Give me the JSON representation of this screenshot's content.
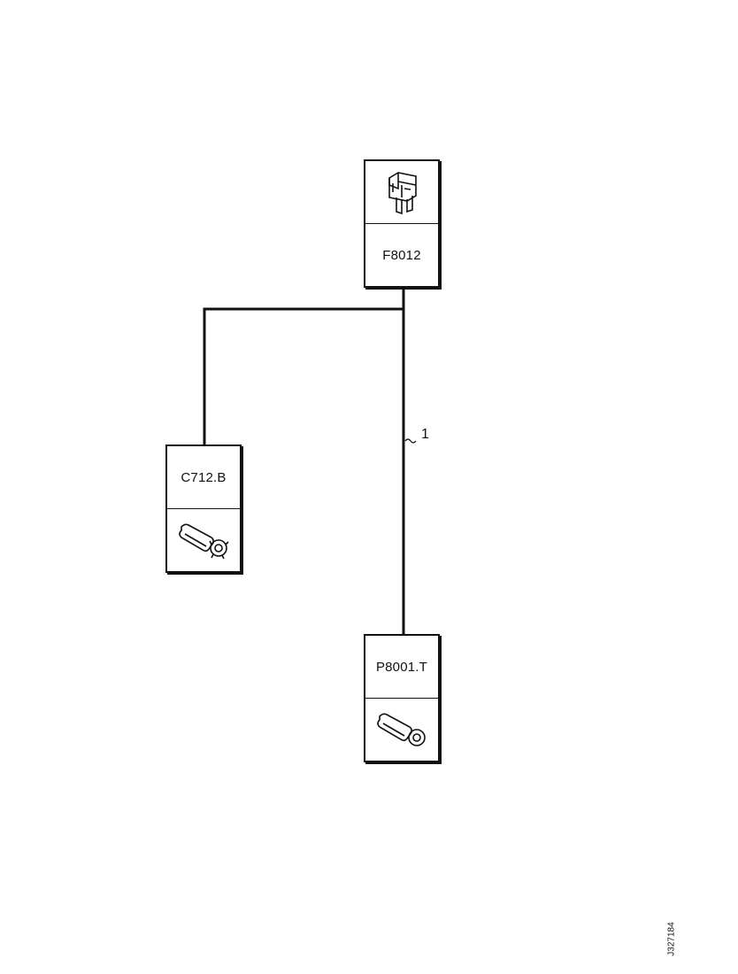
{
  "components": {
    "fuse": {
      "label": "F8012",
      "icon": "fuse-icon"
    },
    "ground_c712": {
      "label": "C712.B",
      "icon": "ring-terminal-icon"
    },
    "ground_p8001": {
      "label": "P8001.T",
      "icon": "ring-terminal-icon"
    }
  },
  "wire": {
    "number": "1"
  },
  "document_id": "J327184"
}
